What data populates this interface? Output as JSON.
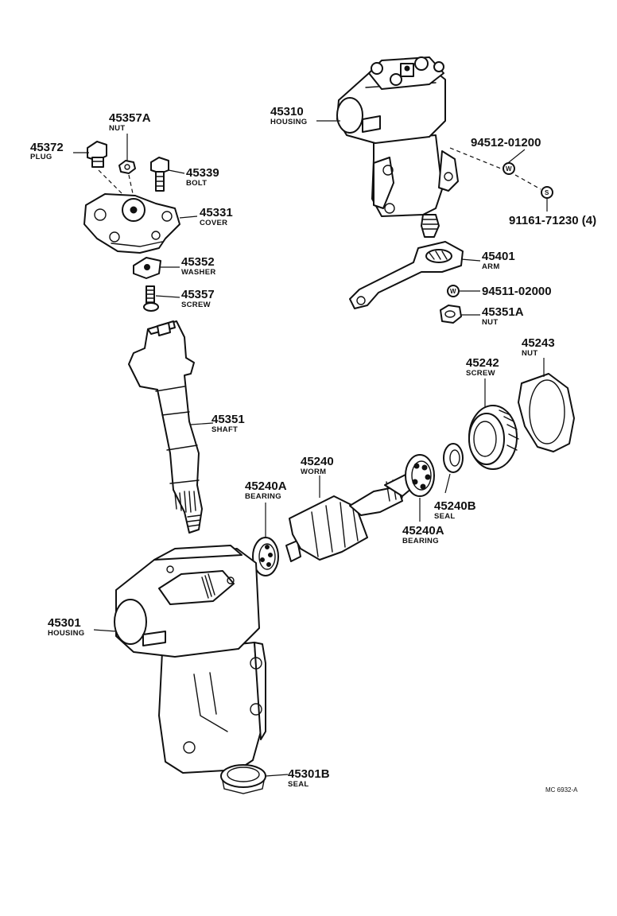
{
  "parts": {
    "p45310": {
      "number": "45310",
      "name": "HOUSING"
    },
    "p45357A": {
      "number": "45357A",
      "name": "NUT"
    },
    "p45372": {
      "number": "45372",
      "name": "PLUG"
    },
    "p45339": {
      "number": "45339",
      "name": "BOLT"
    },
    "p45331": {
      "number": "45331",
      "name": "COVER"
    },
    "p45352": {
      "number": "45352",
      "name": "WASHER"
    },
    "p45357": {
      "number": "45357",
      "name": "SCREW"
    },
    "p94512": {
      "number": "94512-01200"
    },
    "p91161": {
      "number": "91161-71230 (4)"
    },
    "p45401": {
      "number": "45401",
      "name": "ARM"
    },
    "p94511": {
      "number": "94511-02000"
    },
    "p45351A": {
      "number": "45351A",
      "name": "NUT"
    },
    "p45243": {
      "number": "45243",
      "name": "NUT"
    },
    "p45242": {
      "number": "45242",
      "name": "SCREW"
    },
    "p45351": {
      "number": "45351",
      "name": "SHAFT"
    },
    "p45240": {
      "number": "45240",
      "name": "WORM"
    },
    "p45240A_left": {
      "number": "45240A",
      "name": "BEARING"
    },
    "p45240A_right": {
      "number": "45240A",
      "name": "BEARING"
    },
    "p45240B": {
      "number": "45240B",
      "name": "SEAL"
    },
    "p45301": {
      "number": "45301",
      "name": "HOUSING"
    },
    "p45301B": {
      "number": "45301B",
      "name": "SEAL"
    }
  },
  "washer_symbols": {
    "w": "W",
    "s": "S"
  },
  "drawing_code": "MC 6932-A"
}
